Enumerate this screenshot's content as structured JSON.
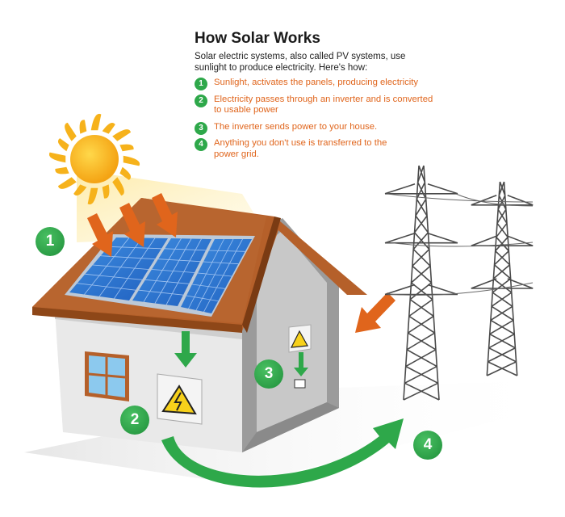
{
  "title": "How Solar Works",
  "intro": "Solar electric systems, also called PV systems, use sunlight to produce electricity. Here's how:",
  "steps": [
    {
      "number": "1",
      "text": "Sunlight, activates the panels, producing electricity"
    },
    {
      "number": "2",
      "text": "Electricity passes through an inverter and is converted to usable power"
    },
    {
      "number": "3",
      "text": "The inverter sends power to your house."
    },
    {
      "number": "4",
      "text": "Anything you don't use is transferred to the power grid."
    }
  ],
  "colors": {
    "accent_green": "#2ea84a",
    "step_text": "#e0651c",
    "roof": "#b5602a",
    "arrow_orange": "#e0651c"
  }
}
